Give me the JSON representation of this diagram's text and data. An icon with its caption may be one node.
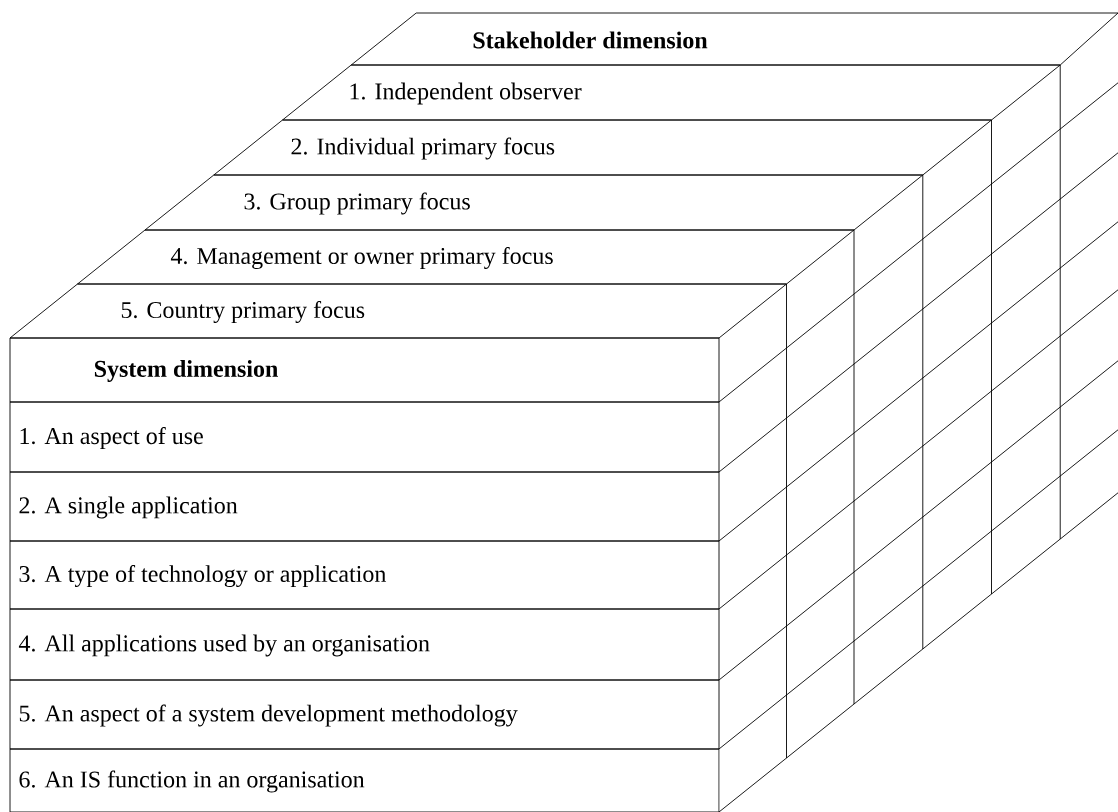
{
  "diagram": {
    "nodes": [
      {
        "text": [
          "Stakeholder dimension"
        ]
      },
      {
        "text": [
          "1. Independent observer"
        ]
      },
      {
        "text": [
          "2. Individual primary focus"
        ]
      },
      {
        "text": [
          "3. Group primary focus"
        ]
      },
      {
        "text": [
          "4. Management or owner primary focus"
        ]
      },
      {
        "text": [
          "5. Country primary focus"
        ]
      },
      {
        "text": [
          "System dimension"
        ]
      },
      {
        "text": [
          "1. An aspect of use"
        ]
      },
      {
        "text": [
          "2. A single application"
        ]
      },
      {
        "text": [
          "3. A type of technology or application"
        ]
      },
      {
        "text": [
          "4. All applications used by an organisation"
        ]
      },
      {
        "text": [
          "5. An aspect of a system development methodology"
        ]
      },
      {
        "text": [
          "6. An IS function in an organisation"
        ]
      }
    ]
  }
}
